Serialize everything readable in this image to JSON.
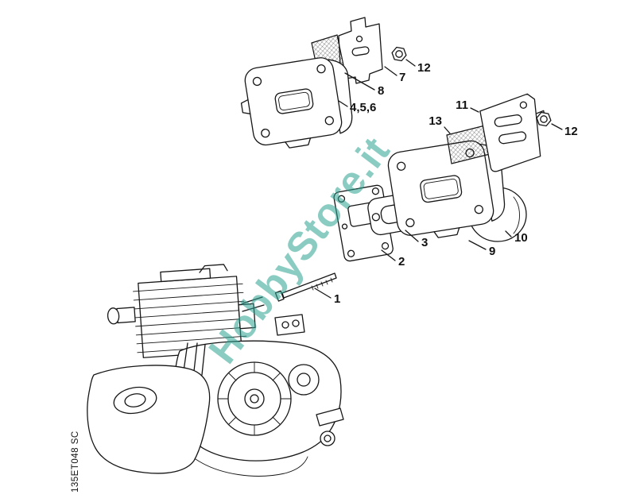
{
  "doc_code": "135ET048 SC",
  "watermark": {
    "text": "HobbyStore.it",
    "color": "#2BA392"
  },
  "callouts": [
    {
      "label": "1"
    },
    {
      "label": "2"
    },
    {
      "label": "3"
    },
    {
      "label": "4,5,6"
    },
    {
      "label": "7"
    },
    {
      "label": "8"
    },
    {
      "label": "9"
    },
    {
      "label": "10"
    },
    {
      "label": "11"
    },
    {
      "label": "12"
    },
    {
      "label": "12"
    },
    {
      "label": "13"
    }
  ],
  "colors": {
    "line": "#161616",
    "background": "#ffffff"
  }
}
